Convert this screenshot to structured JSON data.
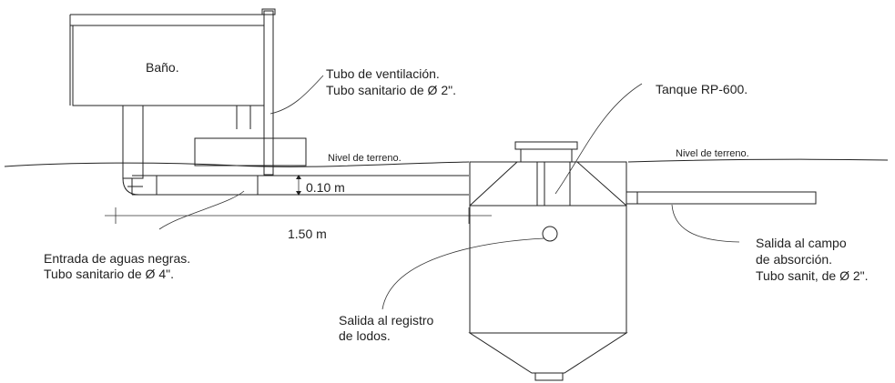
{
  "labels": {
    "bathroom": "Baño.",
    "vent_line1": "Tubo de ventilación.",
    "vent_line2": "Tubo sanitario de Ø 2\".",
    "tank": "Tanque RP-600.",
    "ground_left": "Nivel de terreno.",
    "ground_right": "Nivel de terreno.",
    "depth": "0.10 m",
    "distance": "1.50 m",
    "inlet_line1": "Entrada de aguas negras.",
    "inlet_line2": "Tubo sanitario de Ø 4\".",
    "sludge_line1": "Salida al registro",
    "sludge_line2": "de lodos.",
    "outlet_line1": "Salida al campo",
    "outlet_line2": "de absorción.",
    "outlet_line3": "Tubo sanit, de  Ø 2\"."
  }
}
